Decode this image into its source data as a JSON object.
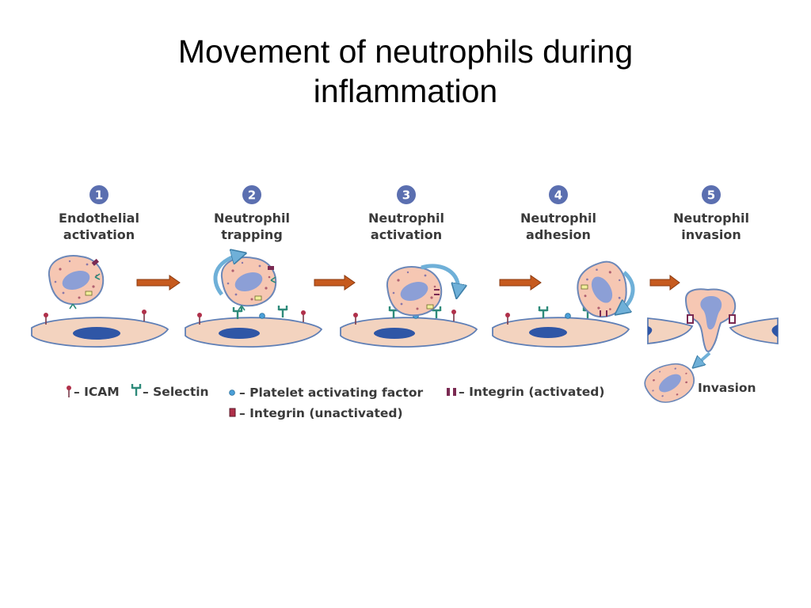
{
  "title": {
    "line1": "Movement of neutrophils during",
    "line2": "inflammation"
  },
  "steps": [
    {
      "number": "1",
      "line1": "Endothelial",
      "line2": "activation"
    },
    {
      "number": "2",
      "line1": "Neutrophil",
      "line2": "trapping"
    },
    {
      "number": "3",
      "line1": "Neutrophil",
      "line2": "activation"
    },
    {
      "number": "4",
      "line1": "Neutrophil",
      "line2": "adhesion"
    },
    {
      "number": "5",
      "line1": "Neutrophil",
      "line2": "invasion"
    }
  ],
  "invasion_label": "Invasion",
  "legend": {
    "icam": "– ICAM",
    "selectin": "– Selectin",
    "paf": "– Platelet activating factor",
    "integrin_activated": "– Integrin (activated)",
    "integrin_unactivated": "– Integrin (unactivated)"
  },
  "colors": {
    "badge": "#5b6fb0",
    "cell_fill": "#f6c7b3",
    "cell_stroke": "#6b87b8",
    "nucleus": "#8c9fd6",
    "endothelium": "#f3d3bf",
    "endo_nucleus": "#2f56a6",
    "process_arrow": "#c65a1e",
    "motion_arrow": "#6fb0d8",
    "icam": "#b0304a",
    "selectin": "#2e8a7a",
    "paf": "#4a9fd8",
    "integrin": "#7a2a52"
  }
}
